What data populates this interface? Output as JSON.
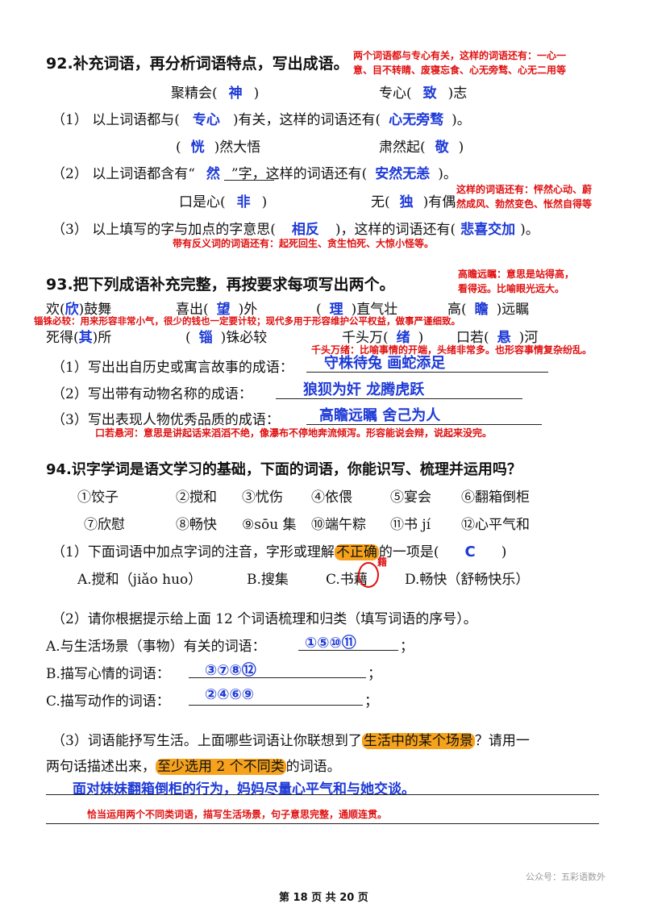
{
  "q92": {
    "title": "92.补充词语，再分析词语特点，写出成语。",
    "note_top": [
      "两个词语都与专心有关，这样的词语还有：一心一",
      "意、目不转睛、废寝忘食、心无旁骛、心无二用等"
    ],
    "w1a": "聚精会(",
    "w1a_ans": "神",
    "w1a_end": ")",
    "w1b": "专心(",
    "w1b_ans": "致",
    "w1b_end": ")志",
    "p1a": "（1） 以上词语都与(",
    "p1a_ans": "专心",
    "p1b": ")有关，这样的词语还有(",
    "p1b_ans": "心无旁骛",
    "p1c": ")。",
    "w2a": "(",
    "w2a_ans": "恍",
    "w2a_end": ")然大悟",
    "w2b": "肃然起(",
    "w2b_ans": "敬",
    "w2b_end": ")",
    "p2a": "（2） 以上词语都含有“",
    "p2a_ans": "然",
    "p2b": "”字，这样的词语还有(",
    "p2b_ans": "安然无恙",
    "p2c": ")。",
    "note_mid": [
      "这样的词语还有：怦然心动、蔚",
      "然成风、勃然变色、怅然自得等"
    ],
    "w3a": "口是心(",
    "w3a_ans": "非",
    "w3a_end": ")",
    "w3b": "无(",
    "w3b_ans": "独",
    "w3b_end": ")有偶",
    "p3a": "（3） 以上填写的字与加点的字意思(",
    "p3a_ans": "相反",
    "p3b": ")，这样的词语还有(",
    "p3b_ans": "悲喜交加",
    "p3c": ")。",
    "note_bottom": "带有反义词的词语还有：起死回生、贪生怕死、大惊小怪等。"
  },
  "q93": {
    "title": "93.把下列成语补充完整，再按要求每项写出两个。",
    "note_gzy": [
      "高瞻远瞩：意思是站得高，",
      "看得远。比喻眼光远大。"
    ],
    "r1": [
      {
        "pre": "欢(",
        "ans": "欣",
        "post": ")鼓舞"
      },
      {
        "pre": "喜出(",
        "ans": "望",
        "post": ")外"
      },
      {
        "pre": "(",
        "ans": "理",
        "post": ")直气壮"
      },
      {
        "pre": "高(",
        "ans": "瞻",
        "post": ")远瞩"
      }
    ],
    "note_zzbj": "锱铢必较：用来形容非常小气，很少的钱也一定要计较；现代多用于形容维护公平权益，做事严谨细致。",
    "r2": [
      {
        "pre": "死得(",
        "ans": "其",
        "post": ")所"
      },
      {
        "pre": "(",
        "ans": "锱",
        "post": ")铢必较"
      },
      {
        "pre": "千头万(",
        "ans": "绪",
        "post": ")"
      },
      {
        "pre": "口若(",
        "ans": "悬",
        "post": ")河"
      }
    ],
    "note_qtwx": "千头万绪：比喻事情的开端，头绪非常多。也形容事情复杂纷乱。",
    "s1": "（1）写出出自历史或寓言故事的成语：",
    "s1_ans": "守株待兔  画蛇添足",
    "s2": "（2）写出带有动物名称的成语：",
    "s2_ans": "狼狈为奸  龙腾虎跃",
    "s3": "（3）写出表现人物优秀品质的成语：",
    "s3_ans": "高瞻远瞩  舍己为人",
    "note_krxh": "口若悬河：意思是讲起话来滔滔不绝，像瀑布不停地奔流倾泻。形容能说会辩，说起来没完。"
  },
  "q94": {
    "title": "94.识字学词是语文学习的基础，下面的词语，你能识写、梳理并运用吗？",
    "row1": [
      "①饺子",
      "②搅和",
      "③忧伤",
      "④依偎",
      "⑤宴会",
      "⑥翻箱倒柜"
    ],
    "row2": [
      "⑦欣慰",
      "⑧畅快",
      "⑨sōu 集",
      "⑩端午粽",
      "⑪书 jí",
      "⑫心平气和"
    ],
    "p1_a": "（1）下面词语中加点字词的注音，字形或理解",
    "p1_hl": "不正确",
    "p1_b": "的一项是(",
    "p1_ans": "C",
    "p1_c": ")",
    "opts": [
      "A.搅和（jiǎo huo）",
      "B.搜集",
      "C.书",
      "藉",
      "D.畅快（舒畅快乐）"
    ],
    "opt_fix": "籍",
    "p2": "（2）请你根据提示给上面 12 个词语梳理和归类（填写词语的序号）。",
    "pa": "A.与生活场景（事物）有关的词语：",
    "pa_ans": "①⑤⑩⑪",
    "pa_end": "；",
    "pb": "B.描写心情的词语：",
    "pb_ans": "③⑦⑧⑫",
    "pb_end": "；",
    "pc": "C.描写动作的词语：",
    "pc_ans": "②④⑥⑨",
    "pc_end": "；",
    "p3_a": "（3）词语能抒写生活。上面哪些词语让你联想到了",
    "p3_hl1": "生活中的某个场景",
    "p3_b": "？请用一",
    "p3_c": "两句话描述出来，",
    "p3_hl2": "至少选用 2 个不同类",
    "p3_d": "的词语。",
    "p3_ans": "面对妹妹翻箱倒柜的行为，妈妈尽量心平气和与她交谈。",
    "p3_note": "恰当运用两个不同类词语，描写生活场景，句子意思完整，通顺连贯。"
  },
  "footer": {
    "page": "第 18 页 共 20 页",
    "watermark": "公众号：五彩语数外"
  }
}
